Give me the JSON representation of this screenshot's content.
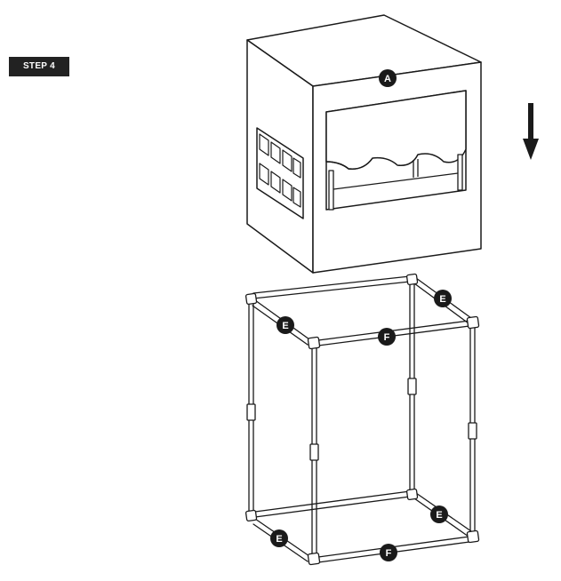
{
  "step": {
    "label": "STEP 4"
  },
  "callouts": {
    "a": "A",
    "e1": "E",
    "e2": "E",
    "e3": "E",
    "e4": "E",
    "f1": "F",
    "f2": "F"
  },
  "colors": {
    "line": "#1a1a1a",
    "badge_bg": "#222222",
    "badge_text": "#ffffff"
  },
  "icons": {
    "direction": "arrow-down-icon"
  }
}
